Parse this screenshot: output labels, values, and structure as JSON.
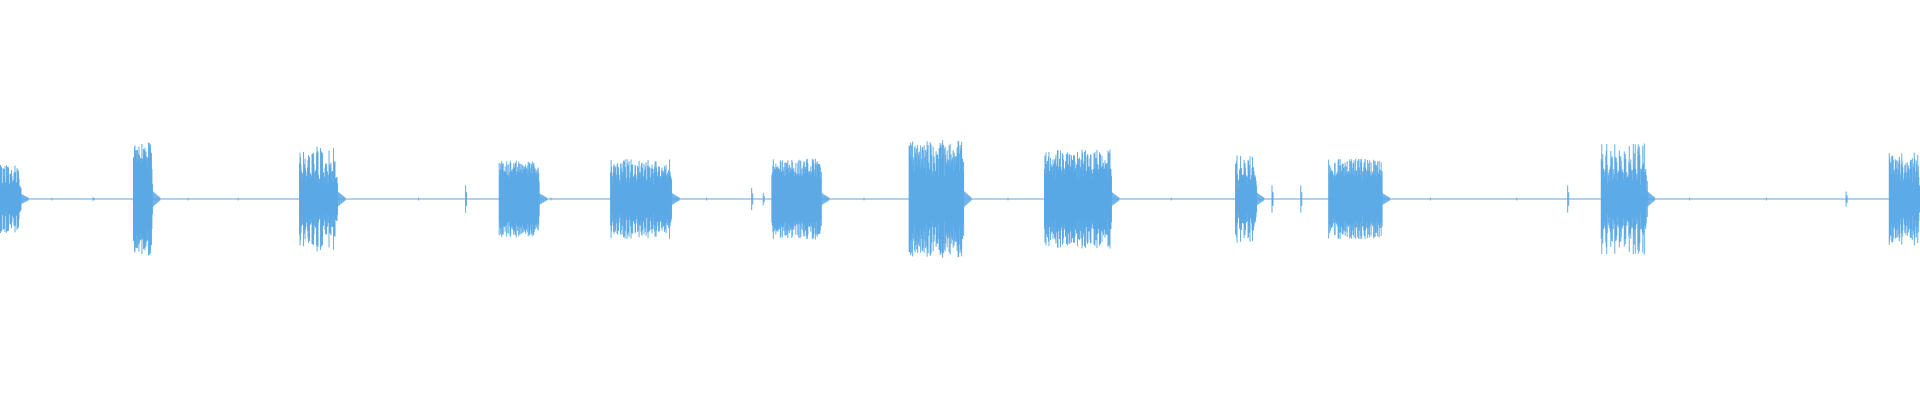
{
  "waveform": {
    "color": "#5aa9e6",
    "baseline_color": "#5aa9e6",
    "duration_fraction_note": "",
    "bursts": [
      {
        "start": 0.0,
        "end": 0.011,
        "peak": 0.55,
        "density": 6,
        "style": "spiky"
      },
      {
        "start": 0.0485,
        "end": 0.0492,
        "peak": 0.03,
        "density": 1,
        "style": "tick"
      },
      {
        "start": 0.0695,
        "end": 0.0795,
        "peak": 0.92,
        "density": 8,
        "style": "spiky"
      },
      {
        "start": 0.156,
        "end": 0.176,
        "peak": 0.85,
        "density": 9,
        "style": "spiky"
      },
      {
        "start": 0.2425,
        "end": 0.2438,
        "peak": 0.22,
        "density": 1,
        "style": "tick"
      },
      {
        "start": 0.26,
        "end": 0.281,
        "peak": 0.62,
        "density": 20,
        "style": "dense"
      },
      {
        "start": 0.318,
        "end": 0.35,
        "peak": 0.65,
        "density": 18,
        "style": "dense"
      },
      {
        "start": 0.3915,
        "end": 0.3925,
        "peak": 0.18,
        "density": 1,
        "style": "tick"
      },
      {
        "start": 0.3975,
        "end": 0.3985,
        "peak": 0.1,
        "density": 1,
        "style": "tick"
      },
      {
        "start": 0.402,
        "end": 0.428,
        "peak": 0.65,
        "density": 20,
        "style": "dense"
      },
      {
        "start": 0.4735,
        "end": 0.502,
        "peak": 0.95,
        "density": 18,
        "style": "dense"
      },
      {
        "start": 0.544,
        "end": 0.579,
        "peak": 0.8,
        "density": 22,
        "style": "dense"
      },
      {
        "start": 0.6435,
        "end": 0.6545,
        "peak": 0.72,
        "density": 5,
        "style": "spiky"
      },
      {
        "start": 0.6625,
        "end": 0.6635,
        "peak": 0.22,
        "density": 1,
        "style": "tick"
      },
      {
        "start": 0.6775,
        "end": 0.6785,
        "peak": 0.22,
        "density": 1,
        "style": "tick"
      },
      {
        "start": 0.692,
        "end": 0.72,
        "peak": 0.65,
        "density": 20,
        "style": "dense"
      },
      {
        "start": 0.8165,
        "end": 0.8175,
        "peak": 0.22,
        "density": 1,
        "style": "tick"
      },
      {
        "start": 0.834,
        "end": 0.858,
        "peak": 0.9,
        "density": 10,
        "style": "spiky"
      },
      {
        "start": 0.9615,
        "end": 0.9625,
        "peak": 0.12,
        "density": 1,
        "style": "tick"
      },
      {
        "start": 0.984,
        "end": 1.0,
        "peak": 0.75,
        "density": 10,
        "style": "spiky"
      }
    ],
    "faint_ticks": [
      0.027,
      0.098,
      0.124,
      0.218,
      0.287,
      0.368,
      0.45,
      0.525,
      0.61,
      0.745,
      0.79,
      0.88,
      0.92
    ]
  }
}
